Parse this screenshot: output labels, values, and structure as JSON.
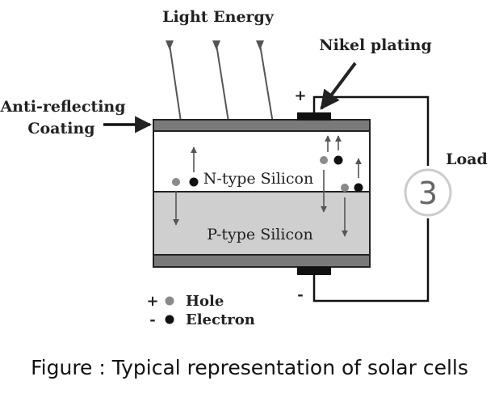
{
  "labels": {
    "light_energy": "Light Energy",
    "nikel_plating": "Nikel plating",
    "anti_reflecting_line1": "Anti-reflecting",
    "anti_reflecting_line2": "Coating",
    "load": "Load",
    "n_type": "N-type Silicon",
    "p_type": "P-type Silicon",
    "plus_sign": "+",
    "minus_sign": "-"
  },
  "legend": {
    "hole": {
      "sign": "+",
      "label": "Hole",
      "color": "#8a8a8a"
    },
    "electron": {
      "sign": "-",
      "label": "Electron",
      "color": "#111111"
    }
  },
  "caption": "Figure : Typical representation of solar cells",
  "colors": {
    "coating": "#7a7a7a",
    "n_layer": "#ffffff",
    "p_layer": "#cfcfcf",
    "outline": "#222222",
    "load_circle": "#cccccc"
  },
  "load_symbol": "3"
}
